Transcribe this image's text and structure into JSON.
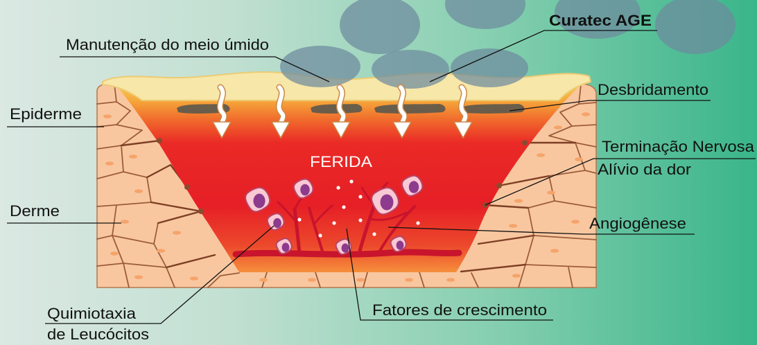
{
  "labels": {
    "product_name": "Curatec AGE",
    "moist_environment": "Manutenção do meio úmido",
    "debridement": "Desbridamento",
    "epidermis": "Epiderme",
    "nerve_ending": "Terminação Nervosa",
    "pain_relief": "Alívio da dor",
    "wound": "FERIDA",
    "dermis": "Derme",
    "angiogenesis": "Angiogênese",
    "growth_factors": "Fatores de crescimento",
    "chemotaxis_line1": "Quimiotaxia",
    "chemotaxis_line2": "de Leucócitos"
  },
  "colors": {
    "background_left": "#dbe8e3",
    "background_right": "#3ab58a",
    "dressing": "#f7e7a8",
    "skin": "#f8c7a0",
    "wound": "#e61f26",
    "blood_vessel": "#c8142c",
    "leukocyte": "#f9c9d4",
    "leukocyte_nucleus": "#8d3b8d",
    "dressing_particles": "#6d8a9e",
    "debris": "#5b584c",
    "nerve_ending": "#8a4b2f"
  }
}
